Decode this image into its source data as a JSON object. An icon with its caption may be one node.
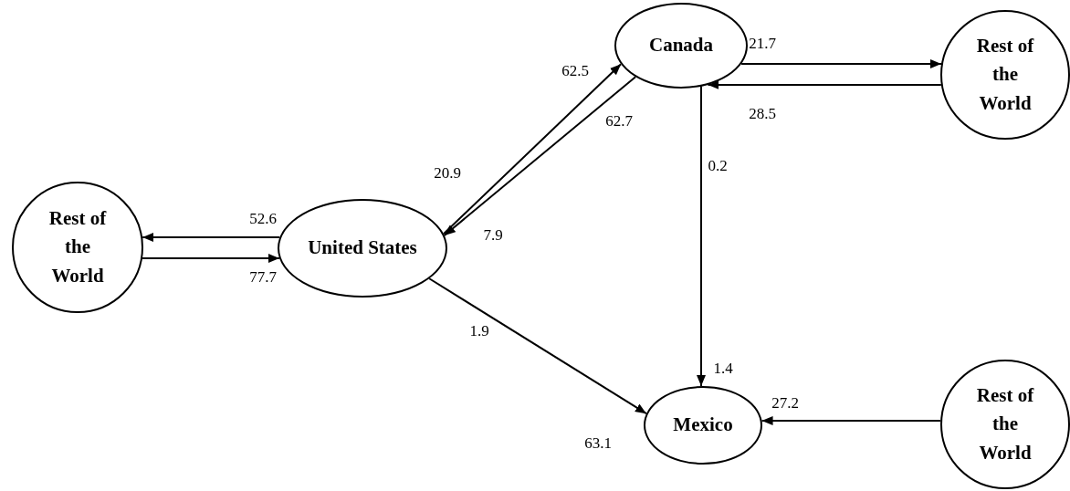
{
  "diagram": {
    "nodes": [
      {
        "text": [
          "Rest of the World"
        ]
      },
      {
        "text": [
          "United States"
        ]
      },
      {
        "text": [
          "Canada"
        ]
      },
      {
        "text": [
          "Rest of the World"
        ]
      },
      {
        "text": [
          "Mexico"
        ]
      },
      {
        "text": [
          "Rest of the World"
        ]
      }
    ],
    "edges": [
      {
        "from": 1,
        "to": 0,
        "arrow": "to"
      },
      {
        "from": 0,
        "to": 1,
        "arrow": "to"
      },
      {
        "from": 1,
        "to": 2,
        "arrow": "to"
      },
      {
        "from": 2,
        "to": 1,
        "arrow": "to"
      },
      {
        "from": 2,
        "to": 3,
        "arrow": "to"
      },
      {
        "from": 3,
        "to": 2,
        "arrow": "to"
      },
      {
        "from": 2,
        "to": 4,
        "arrow": "to"
      },
      {
        "from": 1,
        "to": 4,
        "arrow": "to"
      },
      {
        "from": 5,
        "to": 4,
        "arrow": "to"
      }
    ],
    "labels": [
      "62.5",
      "21.7",
      "28.5",
      "62.7",
      "0.2",
      "20.9",
      "52.6",
      "7.9",
      "77.7",
      "1.9",
      "1.4",
      "27.2",
      "63.1"
    ]
  }
}
